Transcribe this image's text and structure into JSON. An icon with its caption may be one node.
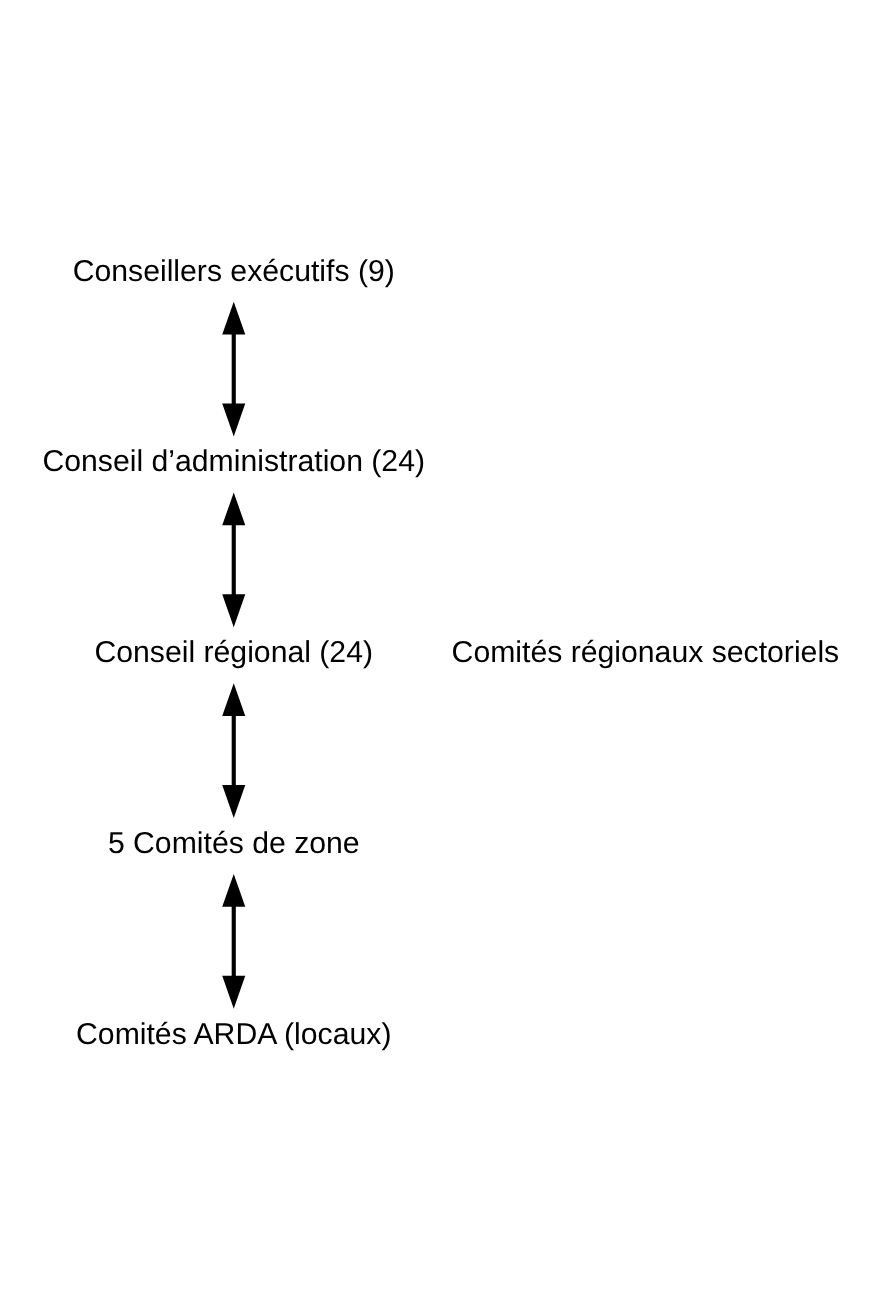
{
  "diagram": {
    "nodes": [
      {
        "text": [
          "Conseillers exécutifs (9)"
        ]
      },
      {
        "text": [
          "Conseil d’administration (24)"
        ]
      },
      {
        "text": [
          "Conseil régional (24)"
        ],
        "beside": [
          "Comités régionaux sectoriels"
        ]
      },
      {
        "text": [
          "5 Comités de zone"
        ]
      },
      {
        "text": [
          "Comités ARDA (locaux)"
        ]
      }
    ],
    "edges": [
      {
        "from": 0,
        "to": 1,
        "arrow": "both"
      },
      {
        "from": 1,
        "to": 2,
        "arrow": "both"
      },
      {
        "from": 2,
        "to": 3,
        "arrow": "both"
      },
      {
        "from": 3,
        "to": 4,
        "arrow": "both"
      }
    ]
  }
}
